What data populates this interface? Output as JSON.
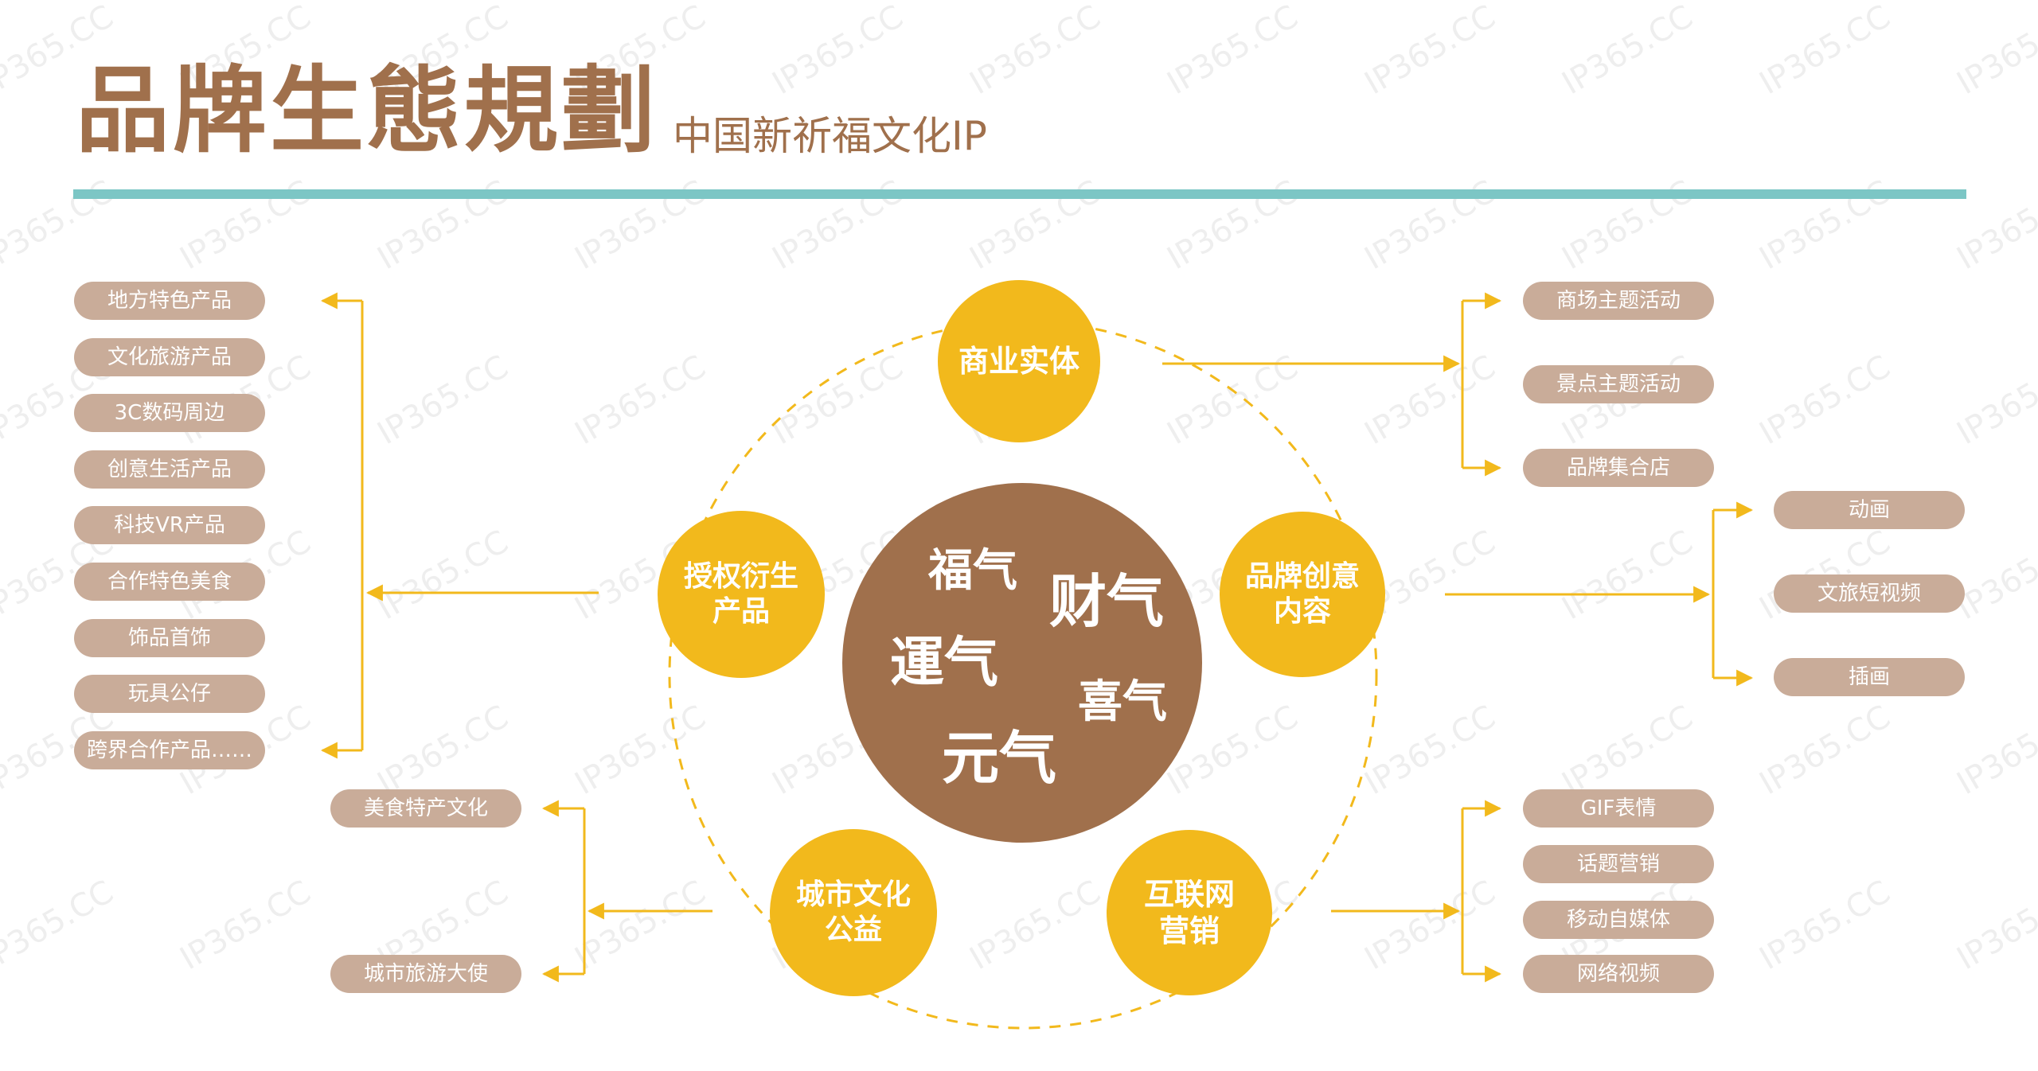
{
  "header": {
    "title": "品牌生態規劃",
    "subtitle": "中国新祈福文化IP"
  },
  "colors": {
    "brown": "#A0704C",
    "yellow": "#F2B91C",
    "teal": "#7CC6C5",
    "pill": "#C9AC99"
  },
  "watermark": "IP365.CC",
  "center": {
    "words": [
      "福气",
      "财气",
      "運气",
      "喜气",
      "元气"
    ]
  },
  "nodes": {
    "commerce": "商业实体",
    "content": "品牌创意\n内容",
    "internet": "互联网\n营销",
    "city": "城市文化\n公益",
    "license": "授权衍生\n产品"
  },
  "license_items": [
    "地方特色产品",
    "文化旅游产品",
    "3C数码周边",
    "创意生活产品",
    "科技VR产品",
    "合作特色美食",
    "饰品首饰",
    "玩具公仔",
    "跨界合作产品……"
  ],
  "commerce_items": [
    "商场主题活动",
    "景点主题活动",
    "品牌集合店"
  ],
  "content_items": [
    "动画",
    "文旅短视频",
    "插画"
  ],
  "internet_items": [
    "GIF表情",
    "话题营销",
    "移动自媒体",
    "网络视频"
  ],
  "city_items": [
    "美食特产文化",
    "城市旅游大使"
  ]
}
